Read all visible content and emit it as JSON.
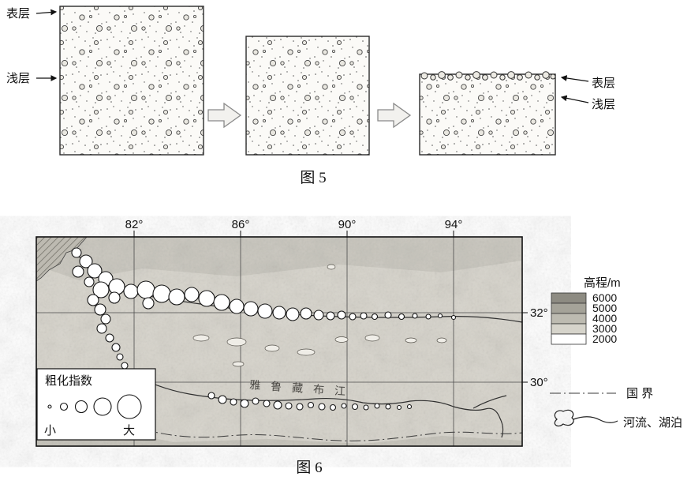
{
  "figure5": {
    "caption": "图 5",
    "left_labels": {
      "surface": "表层",
      "shallow": "浅层"
    },
    "right_labels": {
      "surface": "表层",
      "shallow": "浅层"
    }
  },
  "figure6": {
    "caption": "图 6",
    "longitude_labels": [
      "82°",
      "86°",
      "90°",
      "94°"
    ],
    "latitude_labels": [
      "32°",
      "30°"
    ],
    "river_name": "雅鲁藏布江",
    "inset_legend": {
      "title": "粗化指数",
      "min_label": "小",
      "max_label": "大"
    },
    "elevation_legend": {
      "title": "高程/m",
      "values": [
        "6000",
        "5000",
        "4000",
        "3000",
        "2000"
      ]
    },
    "boundary_label": "国 界",
    "water_label": "河流、湖泊",
    "coarsening_circles": [
      [
        97,
        320,
        6
      ],
      [
        109,
        331,
        8
      ],
      [
        99,
        344,
        7
      ],
      [
        120,
        343,
        9
      ],
      [
        134,
        353,
        9
      ],
      [
        113,
        357,
        6
      ],
      [
        128,
        367,
        10
      ],
      [
        148,
        363,
        10
      ],
      [
        166,
        369,
        9
      ],
      [
        145,
        377,
        7
      ],
      [
        185,
        367,
        11
      ],
      [
        205,
        372,
        11
      ],
      [
        224,
        376,
        10
      ],
      [
        243,
        373,
        9
      ],
      [
        188,
        384,
        7
      ],
      [
        262,
        378,
        10
      ],
      [
        281,
        383,
        10
      ],
      [
        300,
        388,
        9
      ],
      [
        318,
        391,
        9
      ],
      [
        336,
        394,
        9
      ],
      [
        354,
        396,
        8
      ],
      [
        371,
        398,
        8
      ],
      [
        388,
        397,
        7
      ],
      [
        404,
        399,
        6
      ],
      [
        419,
        400,
        5
      ],
      [
        433,
        399,
        5
      ],
      [
        447,
        401,
        4
      ],
      [
        461,
        400,
        4
      ],
      [
        475,
        401,
        3.5
      ],
      [
        492,
        399,
        4
      ],
      [
        509,
        401,
        3.5
      ],
      [
        526,
        400,
        3
      ],
      [
        543,
        401,
        3
      ],
      [
        558,
        400,
        2.5
      ],
      [
        575,
        402,
        2.5
      ],
      [
        118,
        380,
        7
      ],
      [
        127,
        392,
        7
      ],
      [
        134,
        404,
        6
      ],
      [
        129,
        416,
        6
      ],
      [
        139,
        428,
        5
      ],
      [
        147,
        440,
        5
      ],
      [
        152,
        452,
        4
      ],
      [
        158,
        463,
        4
      ],
      [
        163,
        473,
        3.5
      ],
      [
        268,
        501,
        4
      ],
      [
        282,
        506,
        5
      ],
      [
        296,
        509,
        4
      ],
      [
        310,
        511,
        5
      ],
      [
        324,
        508,
        4
      ],
      [
        338,
        511,
        4
      ],
      [
        352,
        513,
        5
      ],
      [
        366,
        514,
        4
      ],
      [
        380,
        515,
        4
      ],
      [
        394,
        513,
        3.5
      ],
      [
        408,
        515,
        4
      ],
      [
        422,
        516,
        3.5
      ],
      [
        436,
        514,
        3
      ],
      [
        450,
        515,
        3.5
      ],
      [
        464,
        516,
        3
      ],
      [
        478,
        514,
        3
      ],
      [
        492,
        515,
        3
      ],
      [
        506,
        516,
        2.5
      ],
      [
        519,
        515,
        2.5
      ]
    ],
    "lakes": [
      [
        420,
        338,
        5,
        3
      ],
      [
        255,
        428,
        10,
        4
      ],
      [
        300,
        433,
        12,
        5
      ],
      [
        345,
        441,
        9,
        4
      ],
      [
        388,
        446,
        11,
        4
      ],
      [
        433,
        430,
        8,
        3.5
      ],
      [
        472,
        428,
        9,
        4
      ],
      [
        521,
        431,
        7,
        3
      ],
      [
        560,
        431,
        6,
        3
      ],
      [
        302,
        461,
        7,
        3
      ]
    ]
  }
}
